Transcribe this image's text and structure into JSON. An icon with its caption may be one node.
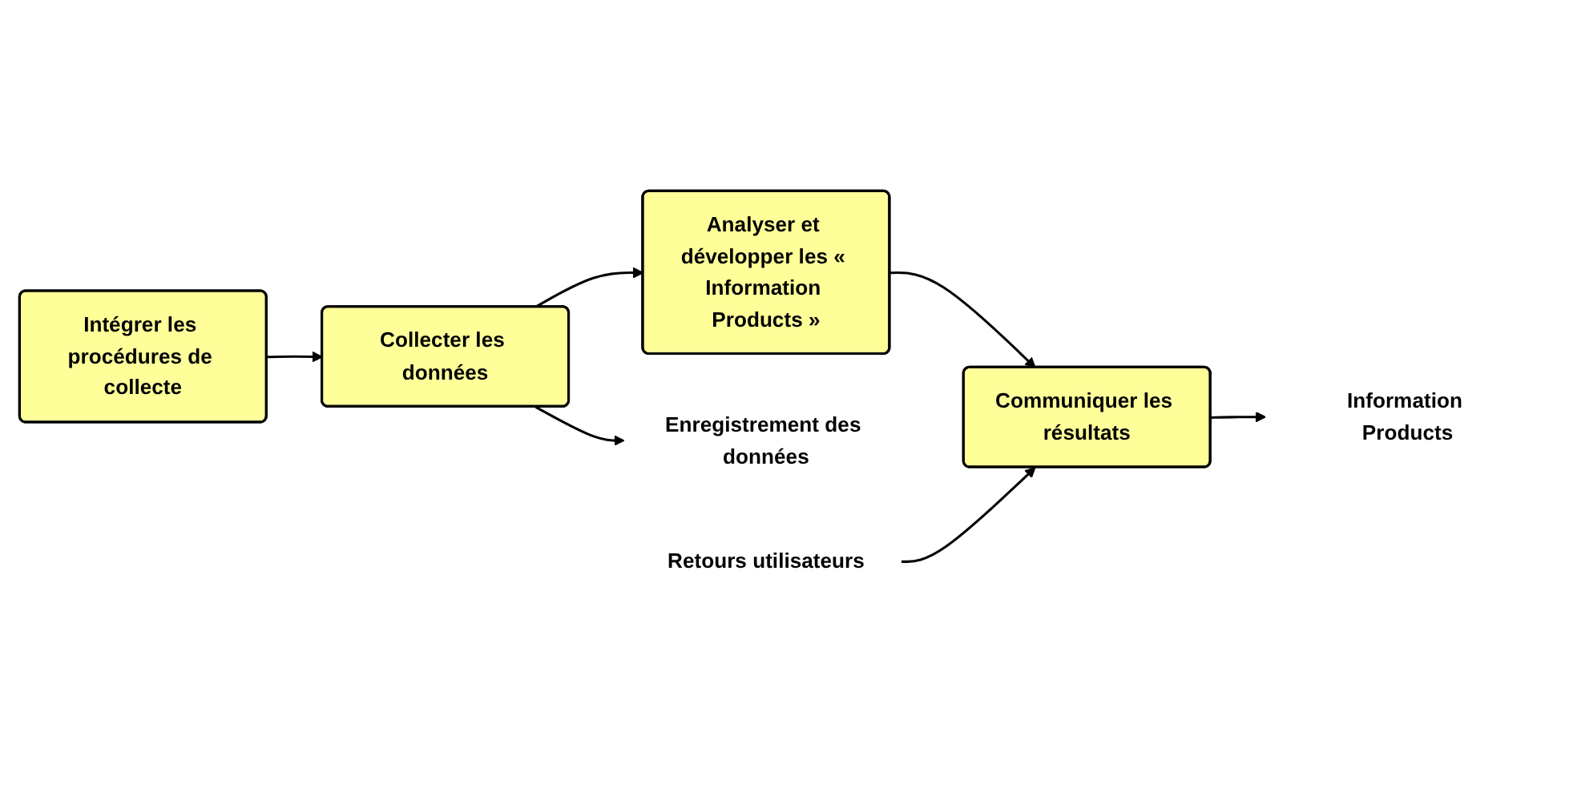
{
  "diagram": {
    "nodes": [
      {
        "text": [
          "Intégrer les procédures de collecte"
        ]
      },
      {
        "text": [
          "Collecter les données"
        ]
      },
      {
        "text": [
          "Analyser et développer les « Information Products »"
        ]
      },
      {
        "text": [
          "Communiquer les résultats"
        ]
      },
      {
        "text": [
          "Enregistrement des données"
        ]
      },
      {
        "text": [
          "Retours utilisateurs"
        ]
      },
      {
        "text": [
          "Information Products"
        ]
      }
    ],
    "edges": [
      {
        "from": 0,
        "to": 1,
        "arrow": "to"
      },
      {
        "from": 1,
        "to": 2,
        "arrow": "to"
      },
      {
        "from": 2,
        "to": 3,
        "arrow": "to"
      },
      {
        "from": 1,
        "to": 4,
        "arrow": "to"
      },
      {
        "from": 5,
        "to": 3,
        "arrow": "to"
      },
      {
        "from": 3,
        "to": 6,
        "arrow": "to"
      }
    ]
  }
}
